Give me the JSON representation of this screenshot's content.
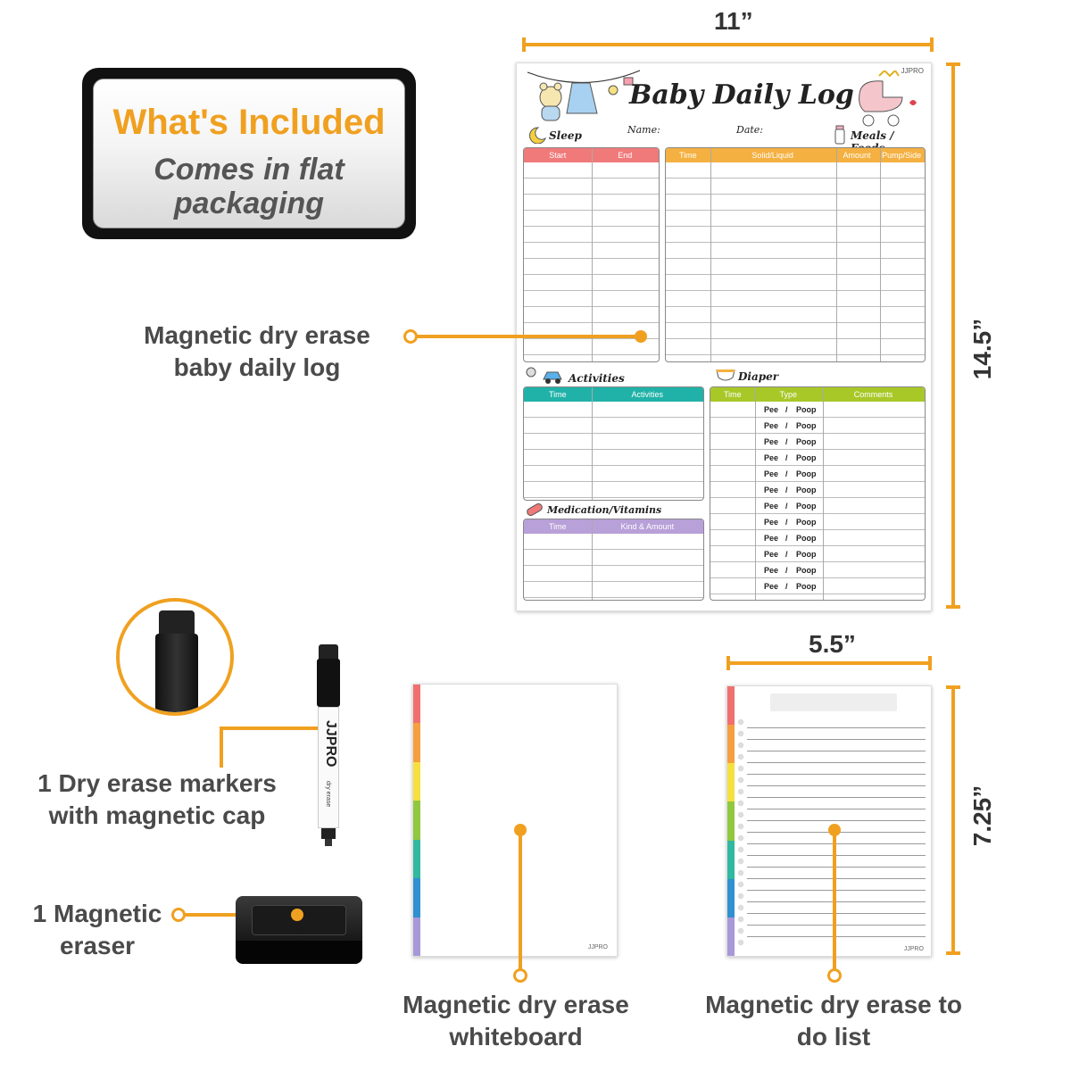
{
  "badge": {
    "title": "What's Included",
    "subtitle": "Comes in flat packaging"
  },
  "dimensions": {
    "width_large": "11”",
    "height_large": "14.5”",
    "width_small": "5.5”",
    "height_small": "7.25”"
  },
  "labels": {
    "log": "Magnetic dry erase baby daily log",
    "marker": "1 Dry erase markers with magnetic cap",
    "eraser": "1 Magnetic eraser",
    "whiteboard": "Magnetic dry erase whiteboard",
    "todo": "Magnetic dry erase to do list"
  },
  "sheet": {
    "brand": "JJPRO",
    "title": "Baby Daily Log",
    "name_label": "Name:",
    "date_label": "Date:",
    "sleep": {
      "title": "Sleep",
      "columns": [
        "Start",
        "End"
      ]
    },
    "meals": {
      "title": "Meals / Feeds",
      "columns": [
        "Time",
        "Solid/Liquid",
        "Amount",
        "Pump/Side"
      ]
    },
    "activities": {
      "title": "Activities",
      "columns": [
        "Time",
        "Activities"
      ]
    },
    "diaper": {
      "title": "Diaper",
      "columns": [
        "Time",
        "Type",
        "Comments"
      ],
      "pee": "Pee",
      "slash": "/",
      "poop": "Poop"
    },
    "medication": {
      "title": "Medication/Vitamins",
      "columns": [
        "Time",
        "Kind & Amount"
      ]
    }
  },
  "marker": {
    "brand": "JJPRO",
    "sub": "dry erase"
  },
  "colors": {
    "accent": "#f0a020",
    "sleep": "#f07a7a",
    "meals": "#f4b040",
    "activities": "#20b2a8",
    "diaper": "#a8c828",
    "medication": "#b8a0d8",
    "rainbow": [
      "#f07070",
      "#f4a040",
      "#f6e040",
      "#90c840",
      "#30b8a0",
      "#3090d0",
      "#a898d8"
    ]
  }
}
